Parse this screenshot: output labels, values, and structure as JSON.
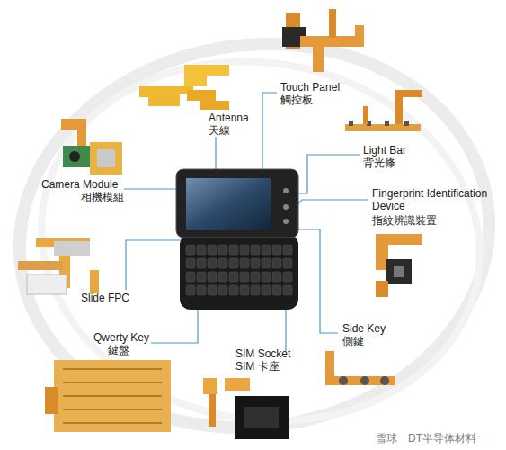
{
  "diagram": {
    "labels": [
      "Touch Panel",
      "觸控板",
      "Antenna",
      "天線",
      "Light Bar",
      "背光條",
      "Camera Module",
      "相機模組",
      "Fingerprint Identification Device",
      "指紋辨識裝置",
      "Slide FPC",
      "Qwerty Key",
      "鍵盤",
      "SIM Socket",
      "SIM 卡座",
      "Side Key",
      "側鍵",
      "雪球",
      "DT半导体材料"
    ]
  }
}
